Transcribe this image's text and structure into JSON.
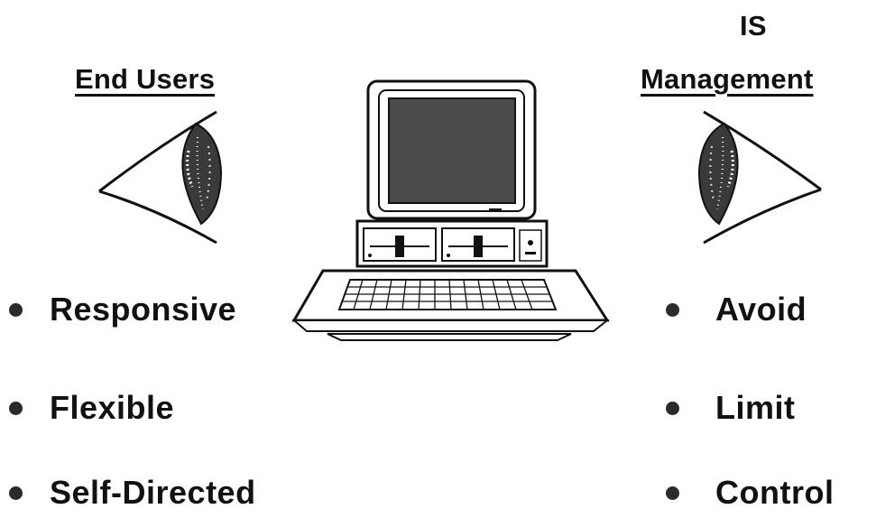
{
  "left": {
    "heading": "End Users",
    "items": [
      "Responsive",
      "Flexible",
      "Self-Directed"
    ]
  },
  "right": {
    "heading_line1": "IS",
    "heading_line2": "Management",
    "items": [
      "Avoid",
      "Limit",
      "Control"
    ]
  },
  "icons": {
    "left_eye": "eye-icon",
    "right_eye": "eye-icon",
    "center": "personal-computer-icon"
  },
  "colors": {
    "ink": "#111111",
    "pupil_fill": "#3a3a3a",
    "screen_fill": "#4a4a4a",
    "background": "#ffffff"
  }
}
